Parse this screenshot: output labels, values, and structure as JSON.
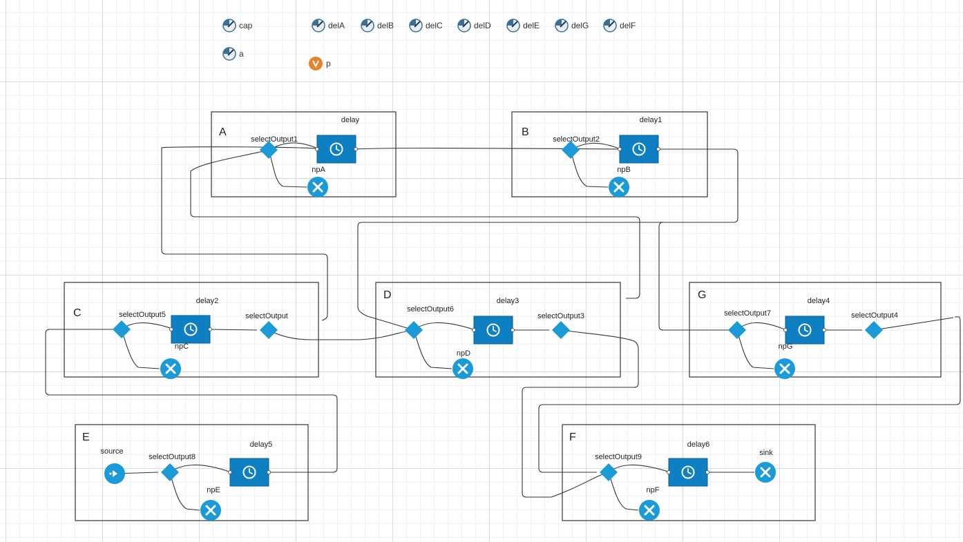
{
  "parameters": [
    {
      "id": "cap",
      "label": "cap"
    },
    {
      "id": "a",
      "label": "a"
    },
    {
      "id": "delA",
      "label": "delA"
    },
    {
      "id": "delB",
      "label": "delB"
    },
    {
      "id": "delC",
      "label": "delC"
    },
    {
      "id": "delD",
      "label": "delD"
    },
    {
      "id": "delE",
      "label": "delE"
    },
    {
      "id": "delG",
      "label": "delG"
    },
    {
      "id": "delF",
      "label": "delF"
    }
  ],
  "variables": [
    {
      "id": "p",
      "label": "p"
    }
  ],
  "groups": [
    {
      "id": "A",
      "label": "A"
    },
    {
      "id": "B",
      "label": "B"
    },
    {
      "id": "C",
      "label": "C"
    },
    {
      "id": "D",
      "label": "D"
    },
    {
      "id": "G",
      "label": "G"
    },
    {
      "id": "E",
      "label": "E"
    },
    {
      "id": "F",
      "label": "F"
    }
  ],
  "blocks": [
    {
      "id": "selectOutput1",
      "type": "select",
      "label": "selectOutput1"
    },
    {
      "id": "delay",
      "type": "delay",
      "label": "delay"
    },
    {
      "id": "npA",
      "type": "sink",
      "label": "npA"
    },
    {
      "id": "selectOutput2",
      "type": "select",
      "label": "selectOutput2"
    },
    {
      "id": "delay1",
      "type": "delay",
      "label": "delay1"
    },
    {
      "id": "npB",
      "type": "sink",
      "label": "npB"
    },
    {
      "id": "selectOutput5",
      "type": "select",
      "label": "selectOutput5"
    },
    {
      "id": "delay2",
      "type": "delay",
      "label": "delay2"
    },
    {
      "id": "npC",
      "type": "sink",
      "label": "npC"
    },
    {
      "id": "selectOutput",
      "type": "select",
      "label": "selectOutput"
    },
    {
      "id": "selectOutput6",
      "type": "select",
      "label": "selectOutput6"
    },
    {
      "id": "delay3",
      "type": "delay",
      "label": "delay3"
    },
    {
      "id": "npD",
      "type": "sink",
      "label": "npD"
    },
    {
      "id": "selectOutput3",
      "type": "select",
      "label": "selectOutput3"
    },
    {
      "id": "selectOutput7",
      "type": "select",
      "label": "selectOutput7"
    },
    {
      "id": "delay4",
      "type": "delay",
      "label": "delay4"
    },
    {
      "id": "npG",
      "type": "sink",
      "label": "npG"
    },
    {
      "id": "selectOutput4",
      "type": "select",
      "label": "selectOutput4"
    },
    {
      "id": "source",
      "type": "source",
      "label": "source"
    },
    {
      "id": "selectOutput8",
      "type": "select",
      "label": "selectOutput8"
    },
    {
      "id": "delay5",
      "type": "delay",
      "label": "delay5"
    },
    {
      "id": "npE",
      "type": "sink",
      "label": "npE"
    },
    {
      "id": "selectOutput9",
      "type": "select",
      "label": "selectOutput9"
    },
    {
      "id": "delay6",
      "type": "delay",
      "label": "delay6"
    },
    {
      "id": "npF",
      "type": "sink",
      "label": "npF"
    },
    {
      "id": "sink",
      "type": "sink",
      "label": "sink"
    }
  ],
  "colors": {
    "block": "#1a9ad6",
    "delay_fill": "#0f7fc4",
    "variable": "#e8832a",
    "parameter": "#3d6e94",
    "frame": "#333333",
    "connector": "#333333"
  },
  "icons": {
    "parameter": "parameter-icon",
    "variable": "variable-icon",
    "delay": "clock-icon",
    "sink": "x-icon",
    "source": "arrow-icon",
    "select": "diamond-icon"
  }
}
